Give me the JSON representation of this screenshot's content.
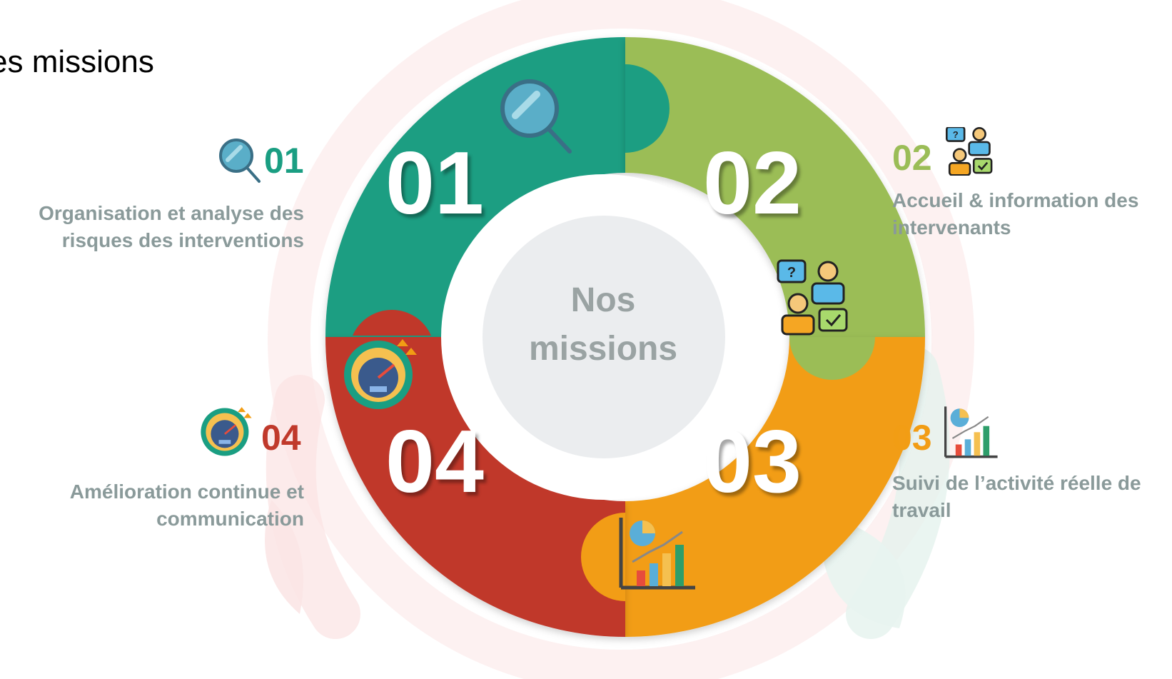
{
  "page": {
    "title": "es missions"
  },
  "center": {
    "line1": "Nos",
    "line2": "missions"
  },
  "missions": [
    {
      "number": "01",
      "description_line1": "Organisation et analyse des",
      "description_line2": "risques des interventions",
      "color": "#1a9e82",
      "icon": "magnifier-icon"
    },
    {
      "number": "02",
      "description_line1": "Accueil & information des",
      "description_line2": "intervenants",
      "color": "#9bbd57",
      "icon": "people-dialogue-icon"
    },
    {
      "number": "03",
      "description_line1": "Suivi de l’activité réelle de",
      "description_line2": "travail",
      "color": "#f29d14",
      "icon": "chart-icon"
    },
    {
      "number": "04",
      "description_line1": "Amélioration continue et",
      "description_line2": "communication",
      "color": "#c0392b",
      "icon": "performance-gauge-icon"
    }
  ],
  "text_color": "#8a9a9a"
}
